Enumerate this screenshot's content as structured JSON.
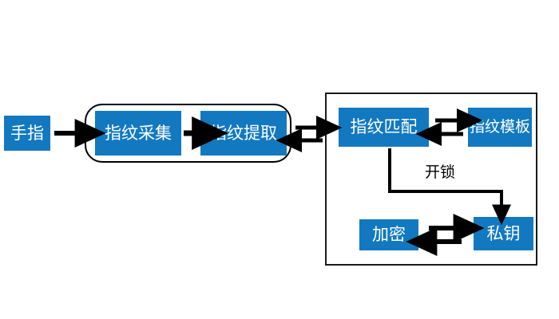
{
  "diagram": {
    "title": "fingerprint-unlock-flow",
    "colors": {
      "box_fill": "#1279C0",
      "box_text": "#ffffff",
      "stroke": "#000000",
      "background": "#ffffff"
    },
    "nodes": {
      "finger": "手指",
      "capture": "指纹采集",
      "extract": "指纹提取",
      "match": "指纹匹配",
      "template": "指纹模板",
      "encrypt": "加密",
      "private_key": "私钥"
    },
    "edge_labels": {
      "unlock": "开锁"
    },
    "connectors": [
      {
        "name": "finger-to-capture",
        "type": "arrow-right"
      },
      {
        "name": "capture-to-extract",
        "type": "arrow-right"
      },
      {
        "name": "extract-to-match",
        "type": "bidirectional"
      },
      {
        "name": "match-to-template",
        "type": "bidirectional"
      },
      {
        "name": "match-to-private-key",
        "type": "elbow-arrow-down",
        "label": "开锁"
      },
      {
        "name": "encrypt-to-private-key",
        "type": "bidirectional"
      }
    ],
    "groups": {
      "enrollment": "rounded-group",
      "verification": "rect-group"
    }
  }
}
